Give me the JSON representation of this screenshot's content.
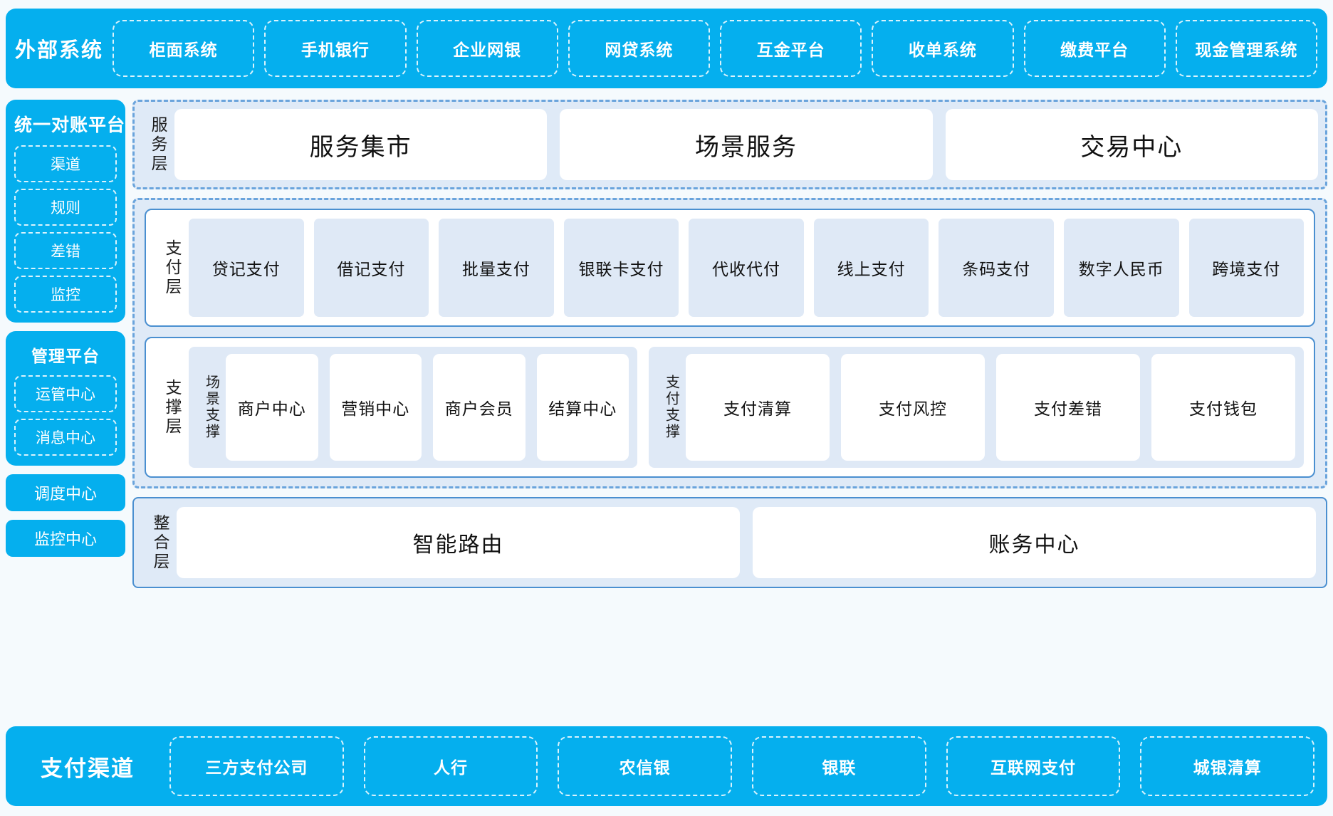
{
  "external_systems": {
    "title": "外部系统",
    "items": [
      "柜面系统",
      "手机银行",
      "企业网银",
      "网贷系统",
      "互金平台",
      "收单系统",
      "缴费平台",
      "现金管理系统"
    ]
  },
  "left_column": {
    "recon_platform": {
      "title": "统一对账平台",
      "items": [
        "渠道",
        "规则",
        "差错",
        "监控"
      ]
    },
    "manage_platform": {
      "title": "管理平台",
      "items": [
        "运管中心",
        "消息中心"
      ]
    },
    "standalone": [
      "调度中心",
      "监控中心"
    ]
  },
  "service_layer": {
    "label": "服务层",
    "items": [
      "服务集市",
      "场景服务",
      "交易中心"
    ]
  },
  "payment_layer": {
    "label": "支付层",
    "items": [
      "贷记支付",
      "借记支付",
      "批量支付",
      "银联卡支付",
      "代收代付",
      "线上支付",
      "条码支付",
      "数字人民币",
      "跨境支付"
    ]
  },
  "support_layer": {
    "label": "支撑层",
    "groups": [
      {
        "label": "场景支撑",
        "items": [
          "商户中心",
          "营销中心",
          "商户会员",
          "结算中心"
        ]
      },
      {
        "label": "支付支撑",
        "items": [
          "支付清算",
          "支付风控",
          "支付差错",
          "支付钱包"
        ]
      }
    ]
  },
  "integration_layer": {
    "label": "整合层",
    "items": [
      "智能路由",
      "账务中心"
    ]
  },
  "payment_channels": {
    "title": "支付渠道",
    "items": [
      "三方支付公司",
      "人行",
      "农信银",
      "银联",
      "互联网支付",
      "城银清算"
    ]
  },
  "colors": {
    "brand_cyan": "#05AFEE",
    "panel_blue": "#dfeaf7",
    "card_blue": "#dfe9f6",
    "border_blue": "#4a8fd0",
    "dashed_blue": "#6aa4dc",
    "page_bg": "#f5fafd"
  }
}
